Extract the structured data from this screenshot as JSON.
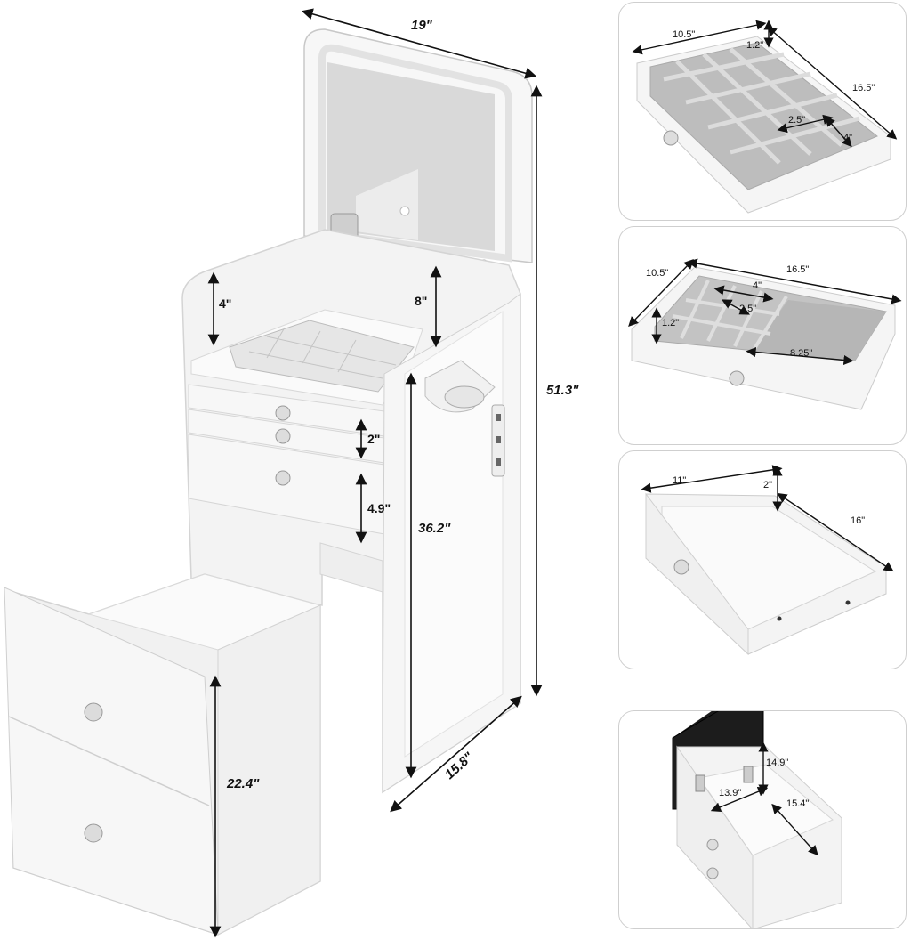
{
  "main_product": {
    "dimensions": {
      "width": "19\"",
      "total_height": "51.3\"",
      "depth": "15.8\"",
      "table_height": "36.2\"",
      "stool_height": "22.4\"",
      "side_height": "4\"",
      "storage_depth": "8\"",
      "small_drawer": "2\"",
      "big_drawer": "4.9\""
    }
  },
  "panels": [
    {
      "name": "jewelry-tray",
      "dims": {
        "width": "10.5\"",
        "height": "1.2\"",
        "length": "16.5\"",
        "slot_w": "2.5\"",
        "slot_d": "4\""
      }
    },
    {
      "name": "organizer-drawer",
      "dims": {
        "width": "10.5\"",
        "length": "16.5\"",
        "slot_w": "4\"",
        "slot_d": "2.5\"",
        "height": "1.2\"",
        "ring_tray": "8.25\""
      }
    },
    {
      "name": "plain-drawer",
      "dims": {
        "width": "11\"",
        "height": "2\"",
        "length": "16\""
      }
    },
    {
      "name": "stool-storage",
      "dims": {
        "height": "14.9\"",
        "width": "13.9\"",
        "length": "15.4\""
      }
    }
  ],
  "colors": {
    "furniture": "#f4f4f4",
    "tray_felt": "#b8b8b8",
    "line": "#111111",
    "panel_border": "#cfcfcf",
    "lid_inner": "#1a1a1a"
  }
}
